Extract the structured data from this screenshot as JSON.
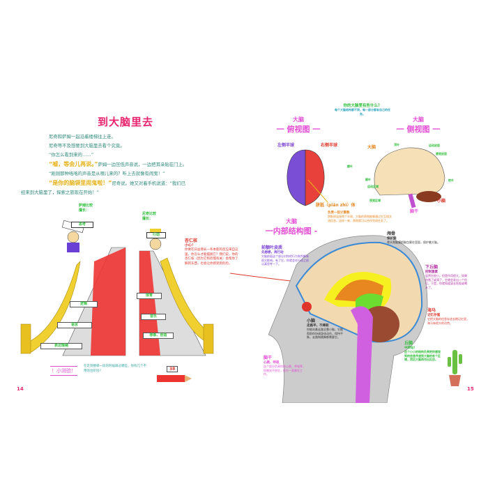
{
  "left_page": {
    "title": "到大脑里去",
    "story": [
      "尼奇和萨姆一起沿着楼梯往上走。",
      "尼奇等不及想要到大脑里去看个究竟。",
      "“你怎么看到来的……”",
      "“嘘，等会儿再说。”",
      "萨姆一边压低声音说，一边把耳朵贴在门上。",
      "“刚刚那种咯咯的声音是从哪儿来的？听上去就像有闹鬼！”",
      "“是你的脑袋里闹鬼啦！”",
      "尼奇说。她又对着手机说道：“我们已",
      "经来到大脑里了，探索之旅现在开始！”"
    ],
    "sam_good_at": "萨姆比较擅长：",
    "sam_sign": "思考",
    "sam_steps": [
      "逻辑",
      "语言",
      "表达情绪"
    ],
    "nicki_good_at": "尼奇比较擅长：",
    "nicki_sign": "行动",
    "nicki_steps": [
      "体育",
      "音乐",
      "想象、创造"
    ],
    "amygdala": {
      "title": "杏仁核",
      "subtitle": "小心！",
      "text": "你要在日益增长一条本能的反应来自这里。你怎么才能摆脱它？我们说，你的杏仁核（因为它和恐惧有关）会帮你了解新东西，也会让你感受到危险。"
    },
    "quiz_label": "！小测验！",
    "quiz_text": "在走到楼梯一段的时候踩过哪些，你有几个不用的台阶吗？",
    "pencil_number": "38",
    "page_number": "14"
  },
  "right_page": {
    "top_view": {
      "sub": "大脑",
      "title": "一 俯视图 一",
      "left_hemisphere": "左侧半球",
      "right_hemisphere": "右侧半球",
      "corpus": "胼胝（pián zhì）体"
    },
    "question": {
      "title": "你的大脑里有些什么？",
      "text": "每个大脑结构都不同，每一部分都有自己的任务。"
    },
    "side_view": {
      "sub": "大脑",
      "title": "一 侧视图 一",
      "cerebrum": "大脑",
      "cerebellum": "小脑",
      "brainstem": "脑干",
      "lobes": [
        "顶叶",
        "额叶",
        "颞叶",
        "枕叶",
        "运动皮层",
        "感觉皮层",
        "运动区域",
        "视觉区域"
      ]
    },
    "corpus_note": {
      "title": "负责一些计算数",
      "text": "胼胝体连接两个半球，大脑的两侧能够通过它互相交流信息，这样一来，两侧就可以合作完成任务了。"
    },
    "inner_view": {
      "sub": "大脑",
      "title": "一内部结构图 -"
    },
    "prefrontal": {
      "title": "前额叶皮质",
      "subtitle": "先想想，再行动",
      "text": "大脑前面这个部分对你的行为和判断有很大影响，有了它，你就会在行动之前认真思考一下。"
    },
    "skull": {
      "title": "颅骨",
      "subtitle": "保护脑",
      "text": "骨头和脑膜把脑包裹在里面，保护着大脑。"
    },
    "hypothalamus": {
      "title": "下丘脑",
      "subtitle": "控制激素",
      "text": "虽然它很小，但是作用很大，如果你饿了或渴了，它就会发出一个信号。于是，你就知道该去吃饭或喝水了。"
    },
    "hippocampus": {
      "title": "海马",
      "subtitle": "记忆存储",
      "text": "它把大脑的信息存进长期记忆里，海马有很大的功劳。"
    },
    "cerebellum": {
      "title": "小脑",
      "subtitle": "走路平，不摔跤",
      "text": "你能站着走路全靠小脑，它能帮助你协调身体动作，保持平衡，走路和跳舞都需要它。"
    },
    "brainstem": {
      "title": "脑干",
      "subtitle": "心跳、呼吸",
      "text": "这个部分负责你的心跳、呼吸等，你感觉不到它，但它一直都在工作。"
    },
    "thalamus": {
      "title": "丘脑",
      "subtitle": "中转站！",
      "text": "这个小小的结构负责把你感觉到的信息传递到大脑的各个区域，然后大脑再作出反应。"
    },
    "page_number": "15"
  },
  "colors": {
    "pink": "#e8246e",
    "magenta": "#e54cd6",
    "green": "#2fbf3a",
    "red": "#e0352b",
    "purple": "#7a3fd6",
    "gold": "#e8c020"
  }
}
